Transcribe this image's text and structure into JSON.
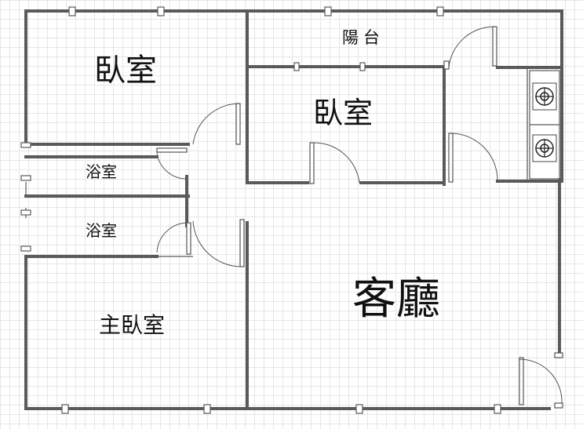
{
  "rooms": {
    "bedroom_top_left": "臥室",
    "balcony": "陽台",
    "bedroom_center": "臥室",
    "bathroom_upper": "浴室",
    "bathroom_lower": "浴室",
    "master_bedroom": "主臥室",
    "living_room": "客廳"
  }
}
